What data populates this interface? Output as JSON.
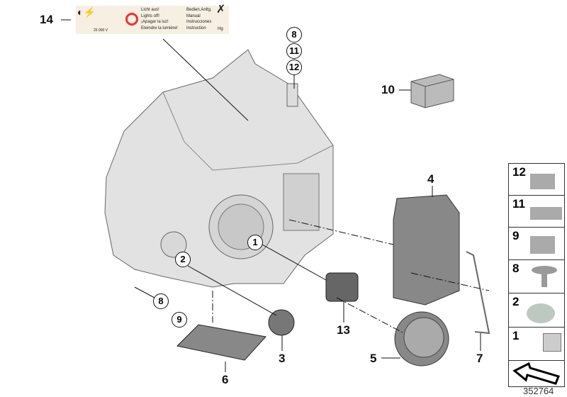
{
  "label_14": {
    "voltage": "25 000 V",
    "lines_left": [
      "Licht aus!",
      "Lights off!",
      "¡Apagar la luz!",
      "Eteindre la lumière!"
    ],
    "lines_right": [
      "Bedien.Anltg.",
      "Manual",
      "Instrucciones",
      "Instruction"
    ],
    "hg": "Hg"
  },
  "callouts": {
    "n14": "14",
    "n10": "10",
    "n4": "4",
    "n13": "13",
    "n3": "3",
    "n5": "5",
    "n7": "7",
    "n6": "6",
    "c8a": "8",
    "c11": "11",
    "c12": "12",
    "c1": "1",
    "c2": "2",
    "c8b": "8",
    "c9": "9"
  },
  "side_panel": [
    {
      "label": "12"
    },
    {
      "label": "11"
    },
    {
      "label": "9"
    },
    {
      "label": "8"
    },
    {
      "label": "2"
    },
    {
      "label": "1"
    },
    {
      "label": ""
    }
  ],
  "catalog_number": "352764"
}
